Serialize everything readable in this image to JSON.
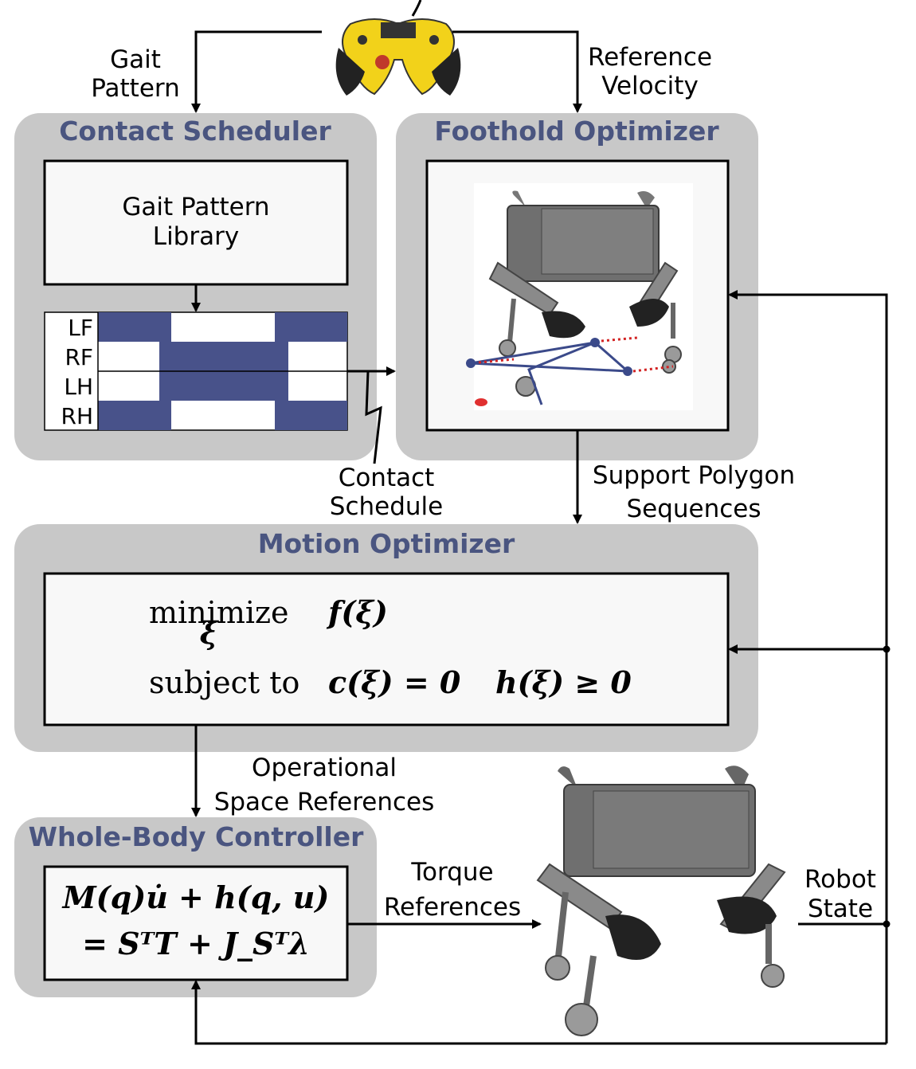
{
  "modules": {
    "contact_scheduler": {
      "title": "Contact Scheduler",
      "library": "Gait Pattern Library"
    },
    "foothold_optimizer": {
      "title": "Foothold Optimizer"
    },
    "motion_optimizer": {
      "title": "Motion Optimizer",
      "minimize": "minimize",
      "minimize_sub": "ξ",
      "objective": "f(ξ)",
      "subject_to": "subject to",
      "eq_constraint": "c(ξ) = 0",
      "ineq_constraint": "h(ξ) ≥ 0"
    },
    "whole_body_controller": {
      "title": "Whole-Body Controller",
      "eq_line1": "M(q)u̇ + h(q, u)",
      "eq_line2": "= SᵀΤ + J_Sᵀλ"
    }
  },
  "gait_table": {
    "legs": [
      "LF",
      "RF",
      "LH",
      "RH"
    ]
  },
  "flow_labels": {
    "gait_pattern": "Gait Pattern",
    "reference_velocity": "Reference Velocity",
    "contact_schedule": "Contact Schedule",
    "support_polygon": "Support Polygon Sequences",
    "operational_space": "Operational Space References",
    "torque_references": "Torque References",
    "robot_state": "Robot State"
  },
  "images": {
    "joystick": "gamepad-controller",
    "robot_sim": "quadruped-robot-render-with-support-polygons",
    "robot_real": "quadruped-robot-render"
  },
  "colors": {
    "module_title": "#4a5580",
    "gait_stance": "#48528a",
    "polygon": "#3b4a8a",
    "swing_path": "#d22222"
  }
}
